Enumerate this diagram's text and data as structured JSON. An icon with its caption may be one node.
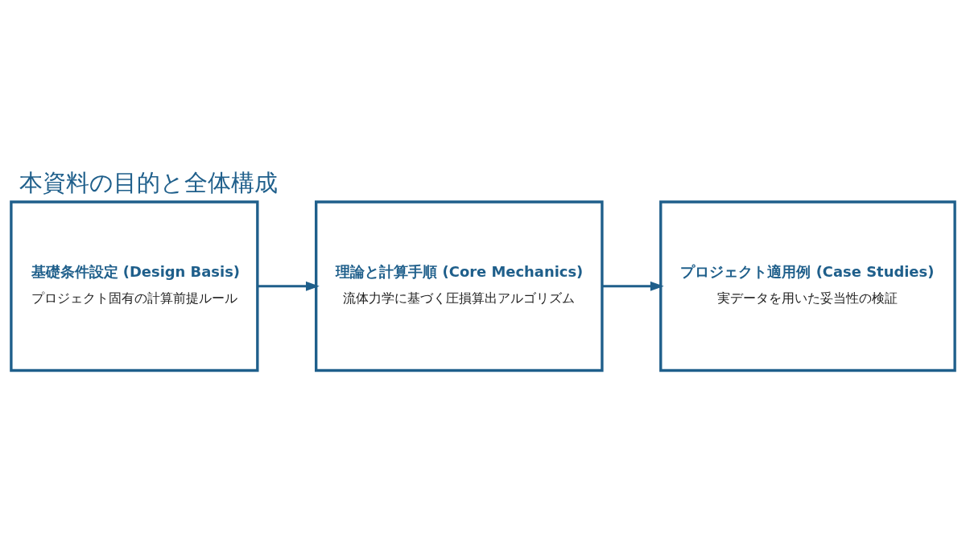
{
  "diagram": {
    "title": "本資料の目的と全体構成",
    "nodes": [
      {
        "text": [
          "基礎条件設定 (Design Basis)",
          "プロジェクト固有の計算前提ルール"
        ]
      },
      {
        "text": [
          "理論と計算手順 (Core Mechanics)",
          "流体力学に基づく圧損算出アルゴリズム"
        ]
      },
      {
        "text": [
          "プロジェクト適用例 (Case Studies)",
          "実データを用いた妥当性の検証"
        ]
      }
    ],
    "edges": [
      {
        "from": 0,
        "to": 1,
        "arrow": "to"
      },
      {
        "from": 1,
        "to": 2,
        "arrow": "to"
      }
    ]
  }
}
